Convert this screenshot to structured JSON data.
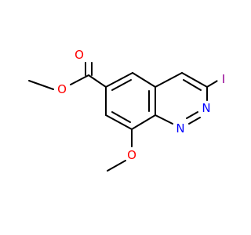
{
  "molecule": {
    "atom_labels": {
      "carbonyl_oxygen": "O",
      "ester_oxygen": "O",
      "methoxy_oxygen": "O",
      "iodine": "I",
      "nitrogen_1": "N",
      "nitrogen_2": "N"
    },
    "colors": {
      "oxygen": "#ff0000",
      "nitrogen": "#0000ff",
      "iodine": "#940094",
      "bond": "#000000"
    }
  }
}
